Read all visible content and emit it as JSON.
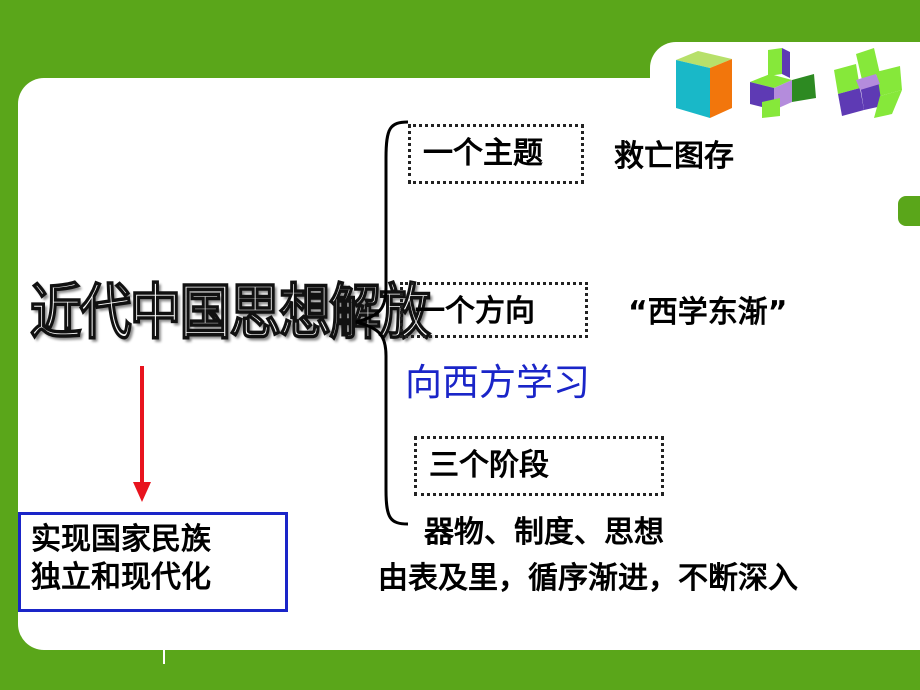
{
  "diagram": {
    "title": "近代中国思想解放",
    "branches": [
      {
        "box_label": "一个主题",
        "detail": "救亡图存"
      },
      {
        "box_label": "一个方向",
        "detail": "“西学东渐”",
        "note": "向西方学习"
      },
      {
        "box_label": "三个阶段"
      }
    ],
    "stages_line": "器物、制度、思想",
    "progress_line": "由表及里，循序渐进，不断深入",
    "goal": {
      "line1": "实现国家民族",
      "line2": "独立和现代化"
    }
  },
  "colors": {
    "background": "#5aa61a",
    "panel": "#ffffff",
    "blue_text": "#1a25c8",
    "arrow": "#e8141e",
    "goal_border": "#1a25c8"
  },
  "icons": [
    "cube-icon",
    "stacked-blocks-icon",
    "cross-blocks-icon"
  ]
}
